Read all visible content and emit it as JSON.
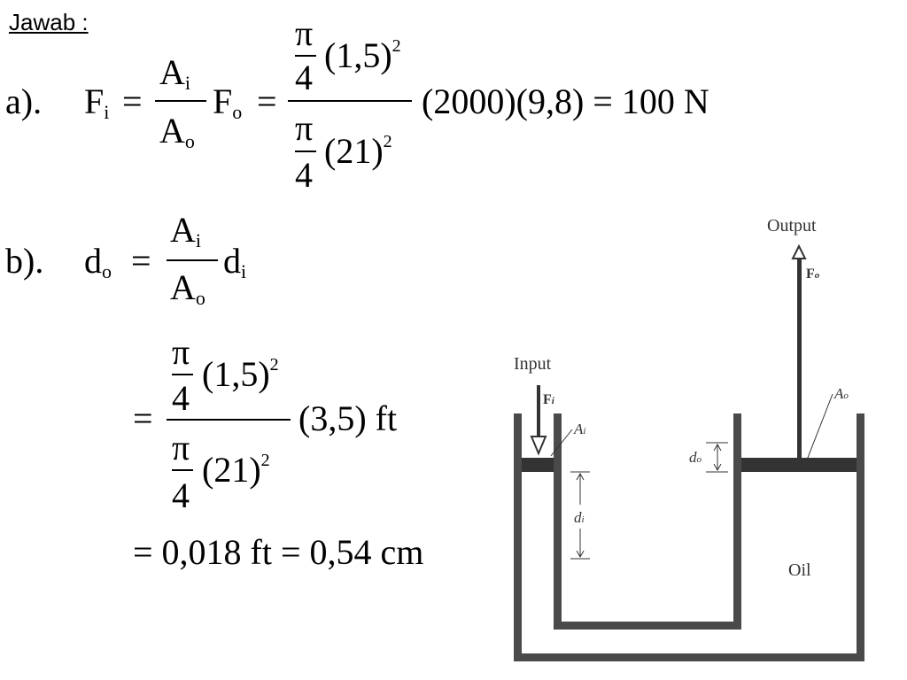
{
  "header": {
    "title": "Jawab :"
  },
  "part_a": {
    "label": "a).",
    "lhs_var": "F",
    "lhs_sub": "i",
    "eq": "=",
    "ratio_num": "A",
    "ratio_num_sub": "i",
    "ratio_den": "A",
    "ratio_den_sub": "o",
    "force": "F",
    "force_sub": "o",
    "eq2": "=",
    "pi": "π",
    "four": "4",
    "num_paren": "(1,5)",
    "den_paren": "(21)",
    "exponent": "2",
    "tail": "(2000)(9,8) = 100 N"
  },
  "part_b": {
    "label": "b).",
    "lhs_var": "d",
    "lhs_sub": "o",
    "eq": "=",
    "ratio_num": "A",
    "ratio_num_sub": "i",
    "ratio_den": "A",
    "ratio_den_sub": "o",
    "dvar": "d",
    "dvar_sub": "i",
    "eq2": "=",
    "pi": "π",
    "four": "4",
    "num_paren": "(1,5)",
    "den_paren": "(21)",
    "exponent": "2",
    "tail": "(3,5) ft",
    "result": "= 0,018 ft = 0,54 cm"
  },
  "diagram": {
    "output_label": "Output",
    "force_out": "F",
    "force_out_sub": "o",
    "input_label": "Input",
    "force_in": "F",
    "force_in_sub": "i",
    "area_in": "A",
    "area_in_sub": "i",
    "area_out": "A",
    "area_out_sub": "o",
    "disp_in": "d",
    "disp_in_sub": "i",
    "disp_out": "d",
    "disp_out_sub": "o",
    "fluid_label": "Oil"
  }
}
